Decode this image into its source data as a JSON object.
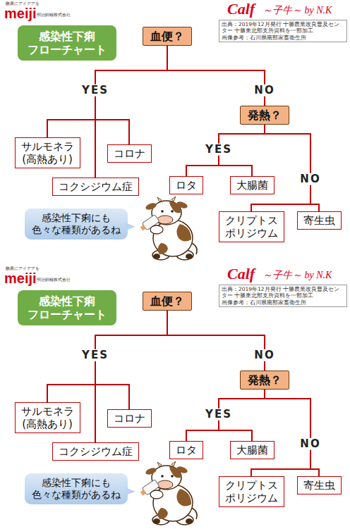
{
  "diagram": {
    "nodes": [
      {
        "text": [
          "出典：2019年12月発行 十勝農業改良普及センター 十勝東北部支所資料を一部加工",
          "画像参考：石川県南部家畜衛生所"
        ]
      },
      {
        "text": [
          "感染性下痢 フローチャート"
        ]
      },
      {
        "text": [
          "血便？"
        ]
      },
      {
        "text": [
          "サルモネラ (高熱あり)"
        ]
      },
      {
        "text": [
          "コロナ"
        ]
      },
      {
        "text": [
          "コクシジウム症"
        ]
      },
      {
        "text": [
          "発熱？"
        ]
      },
      {
        "text": [
          "ロタ"
        ]
      },
      {
        "text": [
          "大腸菌"
        ]
      },
      {
        "text": [
          "クリプトス ポリジウム"
        ]
      },
      {
        "text": [
          "寄生虫"
        ]
      },
      {
        "text": [
          "感染性下痢にも 色々な種類があるね"
        ]
      },
      {
        "text": [
          "出典：2019年12月発行 十勝農業改良普及センター 十勝東北部支所資料を一部加工",
          "画像参考：石川県南部家畜衛生所"
        ]
      },
      {
        "text": [
          "感染性下痢 フローチャート"
        ]
      },
      {
        "text": [
          "血便？"
        ]
      },
      {
        "text": [
          "サルモネラ (高熱あり)"
        ]
      },
      {
        "text": [
          "コロナ"
        ]
      },
      {
        "text": [
          "コクシジウム症"
        ]
      },
      {
        "text": [
          "発熱？"
        ]
      },
      {
        "text": [
          "ロタ"
        ]
      },
      {
        "text": [
          "大腸菌"
        ]
      },
      {
        "text": [
          "クリプトス ポリジウム"
        ]
      },
      {
        "text": [
          "寄生虫"
        ]
      },
      {
        "text": [
          "感染性下痢にも 色々な種類があるね"
        ]
      }
    ],
    "edges": [
      {
        "from": 2,
        "to": 3,
        "arrow": "none"
      },
      {
        "from": 2,
        "to": 5,
        "arrow": "none"
      },
      {
        "from": 2,
        "to": 4,
        "arrow": "none"
      },
      {
        "from": 2,
        "to": 6,
        "arrow": "none"
      },
      {
        "from": 6,
        "to": 7,
        "arrow": "none"
      },
      {
        "from": 6,
        "to": 8,
        "arrow": "none"
      },
      {
        "from": 6,
        "to": 9,
        "arrow": "none"
      },
      {
        "from": 6,
        "to": 10,
        "arrow": "none"
      },
      {
        "from": 14,
        "to": 15,
        "arrow": "none"
      },
      {
        "from": 14,
        "to": 17,
        "arrow": "none"
      },
      {
        "from": 14,
        "to": 16,
        "arrow": "none"
      },
      {
        "from": 14,
        "to": 18,
        "arrow": "none"
      },
      {
        "from": 18,
        "to": 19,
        "arrow": "none"
      },
      {
        "from": 18,
        "to": 20,
        "arrow": "none"
      },
      {
        "from": 18,
        "to": 21,
        "arrow": "none"
      },
      {
        "from": 18,
        "to": 22,
        "arrow": "none"
      }
    ],
    "labels": [
      "酪農にアイデアを",
      "meiji",
      "明治飼糧株式会社",
      "Calf",
      "～子牛～ by N.K",
      "YES",
      "NO",
      "YES",
      "NO",
      "酪農にアイデアを",
      "meiji",
      "明治飼糧株式会社",
      "Calf",
      "～子牛～ by N.K",
      "YES",
      "NO",
      "YES",
      "NO"
    ]
  }
}
